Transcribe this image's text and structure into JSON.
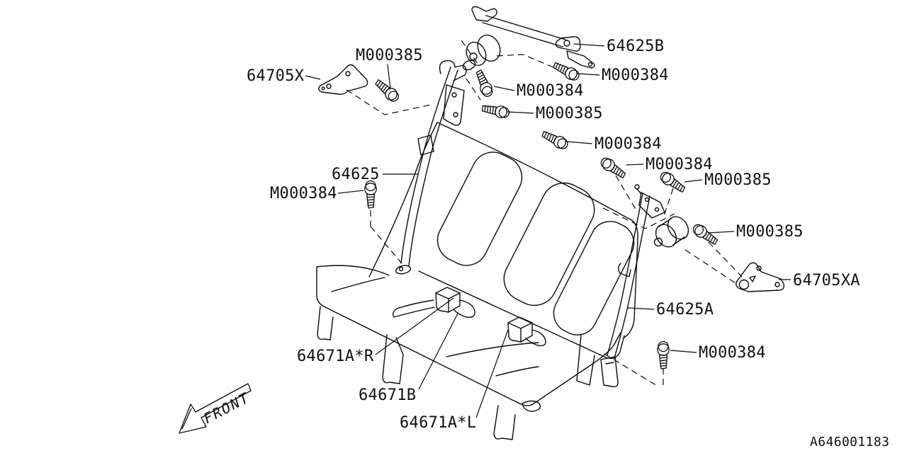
{
  "page": {
    "background": "#ffffff",
    "ink_color": "#0a0a0a"
  },
  "diagram": {
    "type": "exploded-parts-diagram",
    "subject": "rear seat belt assembly",
    "drawing_number": "A646001183",
    "orientation_label": "FRONT",
    "part_labels": [
      {
        "text": "M000385",
        "part": "bolt-upper-left"
      },
      {
        "text": "64705X",
        "part": "bracket-upper-left"
      },
      {
        "text": "64625B",
        "part": "belt-anchor-top"
      },
      {
        "text": "M000384",
        "part": "bolt-top-right"
      },
      {
        "text": "M000384",
        "part": "bolt-top-center"
      },
      {
        "text": "M000385",
        "part": "bolt-upper-center"
      },
      {
        "text": "M000384",
        "part": "bolt-mid-center"
      },
      {
        "text": "M000384",
        "part": "bolt-right-upper"
      },
      {
        "text": "M000385",
        "part": "bolt-right-mid"
      },
      {
        "text": "64625",
        "part": "left-seat-belt"
      },
      {
        "text": "M000384",
        "part": "bolt-left"
      },
      {
        "text": "M000385",
        "part": "bolt-far-right"
      },
      {
        "text": "64705XA",
        "part": "bracket-right"
      },
      {
        "text": "64625A",
        "part": "right-seat-belt"
      },
      {
        "text": "M000384",
        "part": "bolt-bottom-right"
      },
      {
        "text": "64671A*R",
        "part": "center-buckle-right-side"
      },
      {
        "text": "64671B",
        "part": "center-buckle-inner"
      },
      {
        "text": "64671A*L",
        "part": "center-buckle-left-side"
      }
    ]
  }
}
